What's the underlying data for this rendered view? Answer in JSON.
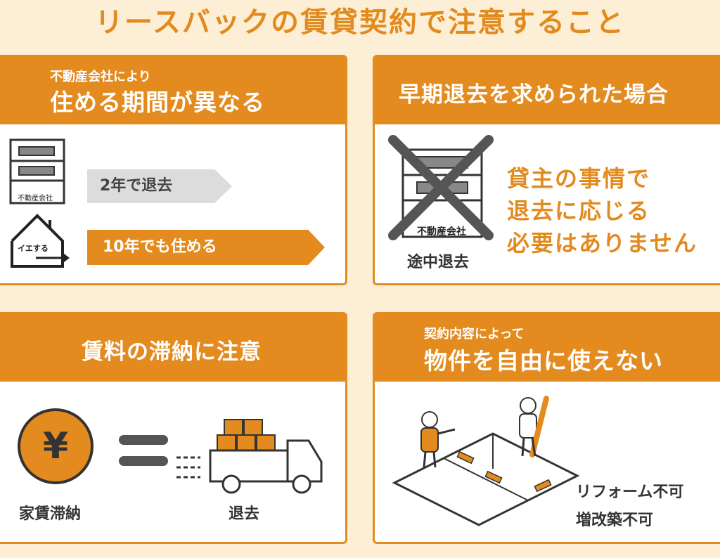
{
  "title": "リースバックの賃貸契約で注意すること",
  "panel1": {
    "head_small": "不動産会社により",
    "head_big": "住める期間が異なる",
    "company_label": "不動産会社",
    "house_label": "イエする",
    "arrow1": "2年で退去",
    "arrow2": "10年でも住める"
  },
  "panel2": {
    "head": "早期退去を求められた場合",
    "company_label": "不動産会社",
    "caption": "途中退去",
    "text_lines": [
      "貸主の事情で",
      "退去に応じる",
      "必要はありません"
    ]
  },
  "panel3": {
    "head": "賃料の滞納に注意",
    "yen_symbol": "¥",
    "label_left": "家賃滞納",
    "label_right": "退去"
  },
  "panel4": {
    "head_small": "契約内容によって",
    "head_big": "物件を自由に使えない",
    "text_lines": [
      "リフォーム不可",
      "増改築不可"
    ]
  },
  "colors": {
    "accent": "#e38b1f",
    "title": "#e28a1e",
    "background": "#fdefd6",
    "grey_arrow": "#dcdcdc"
  }
}
